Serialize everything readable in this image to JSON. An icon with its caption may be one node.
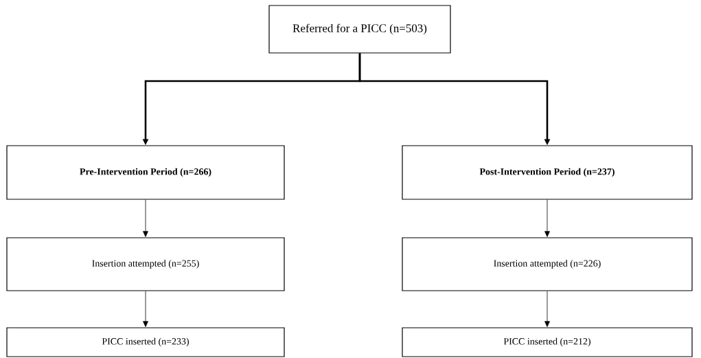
{
  "diagram": {
    "nodes": [
      {
        "text": [
          "Referred for a PICC (n=503)"
        ]
      },
      {
        "text": [
          "Pre-Intervention Period (n=266)"
        ]
      },
      {
        "text": [
          "Post-Intervention Period (n=237)"
        ]
      },
      {
        "text": [
          "Insertion attempted (n=255)"
        ]
      },
      {
        "text": [
          "Insertion attempted (n=226)"
        ]
      },
      {
        "text": [
          "PICC inserted (n=233)"
        ]
      },
      {
        "text": [
          "PICC inserted (n=212)"
        ]
      }
    ],
    "edges": [
      {
        "from": 0,
        "to": 1,
        "arrow": "to",
        "style": "thick"
      },
      {
        "from": 0,
        "to": 2,
        "arrow": "to",
        "style": "thick"
      },
      {
        "from": 1,
        "to": 3,
        "arrow": "to"
      },
      {
        "from": 2,
        "to": 4,
        "arrow": "to"
      },
      {
        "from": 3,
        "to": 5,
        "arrow": "to"
      },
      {
        "from": 4,
        "to": 6,
        "arrow": "to"
      }
    ]
  }
}
